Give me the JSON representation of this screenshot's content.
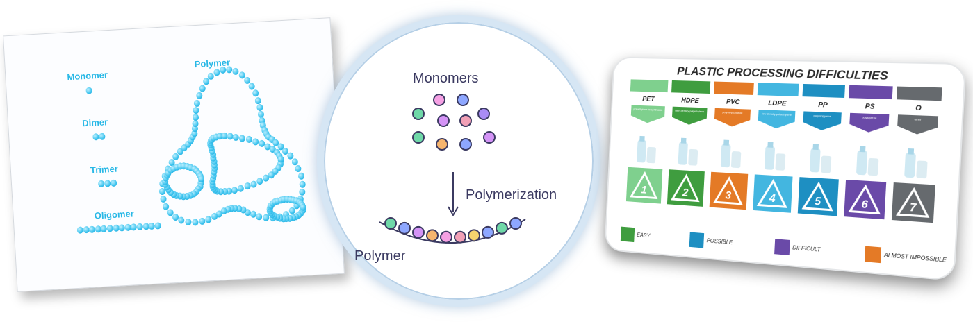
{
  "left_panel": {
    "labels": {
      "monomer": "Monomer",
      "dimer": "Dimer",
      "trimer": "Trimer",
      "oligomer": "Oligomer",
      "polymer": "Polymer"
    },
    "bead_color": "#3cc3ee"
  },
  "center_panel": {
    "monomers_label": "Monomers",
    "process_label": "Polymerization",
    "polymer_label": "Polymer",
    "monomer_colors": [
      "#f5a0e3",
      "#8ea7ff",
      "#6fd8a8",
      "#d493f6",
      "#f2a0b6",
      "#a98cf5",
      "#6fd8a8",
      "#f6b56e",
      "#8ea7ff",
      "#d493f6",
      "#f6d46e"
    ],
    "chain_colors": [
      "#6fd8a8",
      "#8ea7ff",
      "#d493f6",
      "#f6b56e",
      "#f5a0e3",
      "#f2a0b6",
      "#f6d46e",
      "#8ea7ff",
      "#6fd8a8",
      "#8ea7ff"
    ]
  },
  "right_panel": {
    "title": "PLASTIC PROCESSING DIFFICULTIES",
    "columns": [
      {
        "code": "PET",
        "number": "1",
        "color": "#7fd08e",
        "tag_color": "#7fd08e",
        "tag": "polyethylene terephthalate"
      },
      {
        "code": "HDPE",
        "number": "2",
        "color": "#3f9d3f",
        "tag_color": "#3f9d3f",
        "tag": "high-density polyethylene"
      },
      {
        "code": "PVC",
        "number": "3",
        "color": "#e47a26",
        "tag_color": "#e47a26",
        "tag": "polyvinyl chloride"
      },
      {
        "code": "LDPE",
        "number": "4",
        "color": "#43b6e0",
        "tag_color": "#43b6e0",
        "tag": "low-density polyethylene"
      },
      {
        "code": "PP",
        "number": "5",
        "color": "#1e8fc2",
        "tag_color": "#1e8fc2",
        "tag": "polypropylene"
      },
      {
        "code": "PS",
        "number": "6",
        "color": "#6a4aa8",
        "tag_color": "#6a4aa8",
        "tag": "polystyrene"
      },
      {
        "code": "O",
        "number": "7",
        "color": "#666a6e",
        "tag_color": "#666a6e",
        "tag": "other"
      }
    ],
    "legend": [
      {
        "label": "EASY",
        "color": "#3f9d3f"
      },
      {
        "label": "POSSIBLE",
        "color": "#1e8fc2"
      },
      {
        "label": "DIFFICULT",
        "color": "#6a4aa8"
      },
      {
        "label": "ALMOST IMPOSSIBLE",
        "color": "#e47a26"
      }
    ]
  }
}
